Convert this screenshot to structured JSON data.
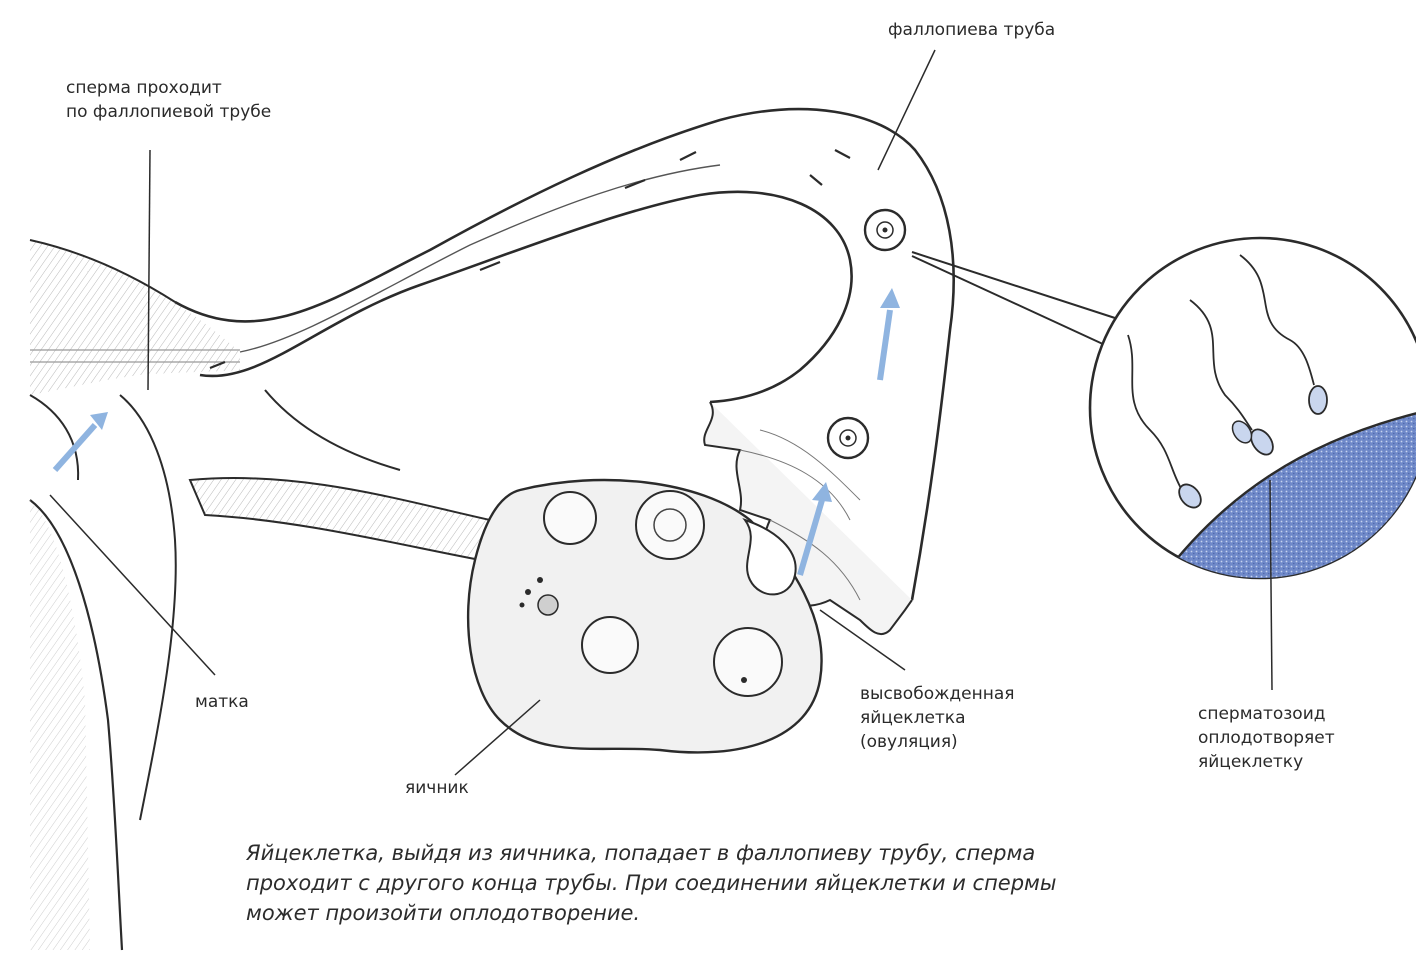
{
  "labels": {
    "sperm_passes": [
      "сперма проходит",
      "по фаллопиевой трубе"
    ],
    "fallopian_tube": "фаллопиева труба",
    "uterus": "матка",
    "ovary": "яичник",
    "released_egg": [
      "высвобожденная",
      "яйцеклетка",
      "(овуляция)"
    ],
    "sperm_fertilizes": [
      "сперматозоид",
      "оплодотворяет",
      "яйцеклетку"
    ]
  },
  "caption": [
    "Яйцеклетка, выйдя из яичника, попадает в фаллопиеву трубу, сперма",
    "проходит с другого конца трубы. При соединении яйцеклетки и спермы",
    "может произойти оплодотворение."
  ],
  "colors": {
    "outline": "#2b2b2b",
    "arrow": "#8fb4e0",
    "egg_fill": "#6f89c9",
    "hatch": "#9a9a9a"
  }
}
